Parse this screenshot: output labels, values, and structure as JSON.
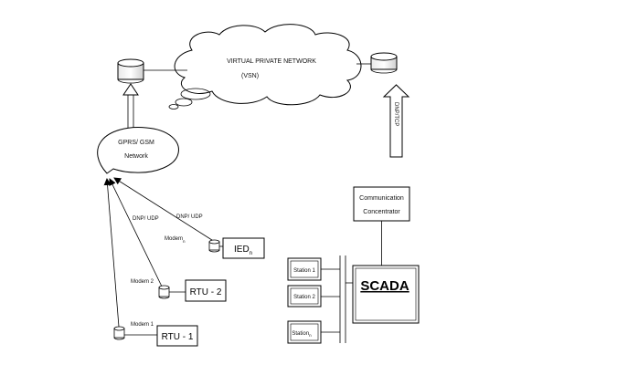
{
  "cloud": {
    "line1": "VIRTUAL PRIVATE NETWORK",
    "line2": "(VSN)"
  },
  "gprs": {
    "line1": "GPRS/ GSM",
    "line2": "Network"
  },
  "links": {
    "dnp_left": "DNP/ UDP",
    "dnp_right": "DNP/ UDP",
    "tcp_arrow": "DNP/TCP"
  },
  "modems": {
    "modem_n": "Modem",
    "modem_n_sub": "n",
    "modem_2": "Modem 2",
    "modem_1": "Modem 1"
  },
  "devices": {
    "ied": "IED",
    "ied_sub": "n",
    "rtu2": "RTU - 2",
    "rtu1": "RTU - 1"
  },
  "concentrator": {
    "line1": "Communication",
    "line2": "Concentrator"
  },
  "scada": "SCADA",
  "stations": [
    {
      "label": "Station 1"
    },
    {
      "label": "Station 2"
    },
    {
      "label": "Station",
      "sub": "n"
    }
  ]
}
